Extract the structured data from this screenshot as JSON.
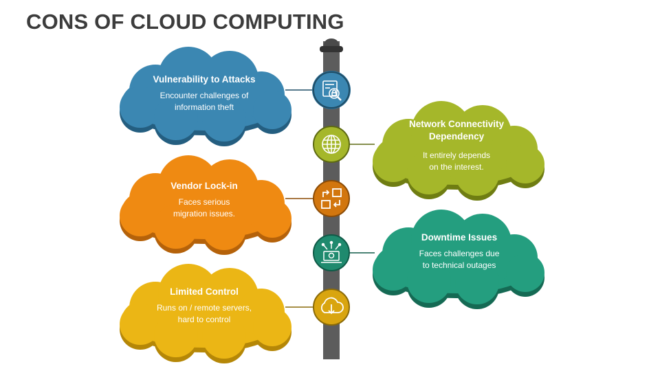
{
  "title": "CONS OF CLOUD COMPUTING",
  "colors": {
    "pole": "#5a5a5a",
    "blue": "#3b87b2",
    "green": "#a5b72a",
    "orange": "#ef8a12",
    "teal": "#249e7f",
    "yellow": "#ebb615"
  },
  "items": [
    {
      "side": "left",
      "color": "blue",
      "icon": "security-monitor-icon",
      "heading": "Vulnerability to Attacks",
      "body": "Encounter challenges of information theft"
    },
    {
      "side": "right",
      "color": "green",
      "icon": "globe-icon",
      "heading": "Network Connectivity Dependency",
      "body": "It entirely depends on the interest."
    },
    {
      "side": "left",
      "color": "orange",
      "icon": "transfer-arrows-icon",
      "heading": "Vendor Lock-in",
      "body": "Faces serious migration issues."
    },
    {
      "side": "right",
      "color": "teal",
      "icon": "laptop-settings-icon",
      "heading": "Downtime Issues",
      "body": "Faces challenges due to technical outages"
    },
    {
      "side": "left",
      "color": "yellow",
      "icon": "cloud-download-icon",
      "heading": "Limited Control",
      "body": "Runs on / remote servers, hard to control"
    }
  ]
}
